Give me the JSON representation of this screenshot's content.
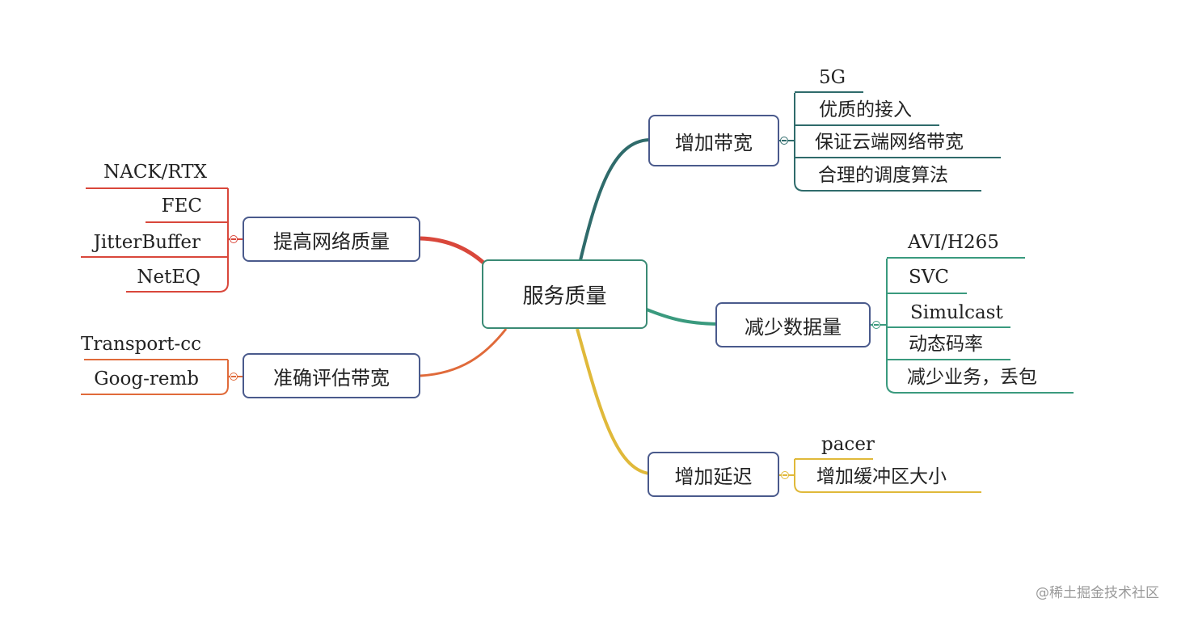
{
  "root": {
    "label": "服务质量"
  },
  "branches": {
    "bandwidth": {
      "label": "增加带宽",
      "color": "#2f6b6b",
      "leaves": [
        "5G",
        "优质的接入",
        "保证云端网络带宽",
        "合理的调度算法"
      ]
    },
    "reduce_data": {
      "label": "减少数据量",
      "color": "#3a9a7e",
      "leaves": [
        "AVI/H265",
        "SVC",
        "Simulcast",
        "动态码率",
        "减少业务，丢包"
      ]
    },
    "delay": {
      "label": "增加延迟",
      "color": "#e0b93a",
      "leaves": [
        "pacer",
        "增加缓冲区大小"
      ]
    },
    "network_quality": {
      "label": "提高网络质量",
      "color": "#d9473b",
      "leaves": [
        "NACK/RTX",
        "FEC",
        "JitterBuffer",
        "NetEQ"
      ]
    },
    "estimate": {
      "label": "准确评估带宽",
      "color": "#e06a3a",
      "leaves": [
        "Transport-cc",
        "Goog-remb"
      ]
    }
  },
  "watermark": "@稀土掘金技术社区"
}
